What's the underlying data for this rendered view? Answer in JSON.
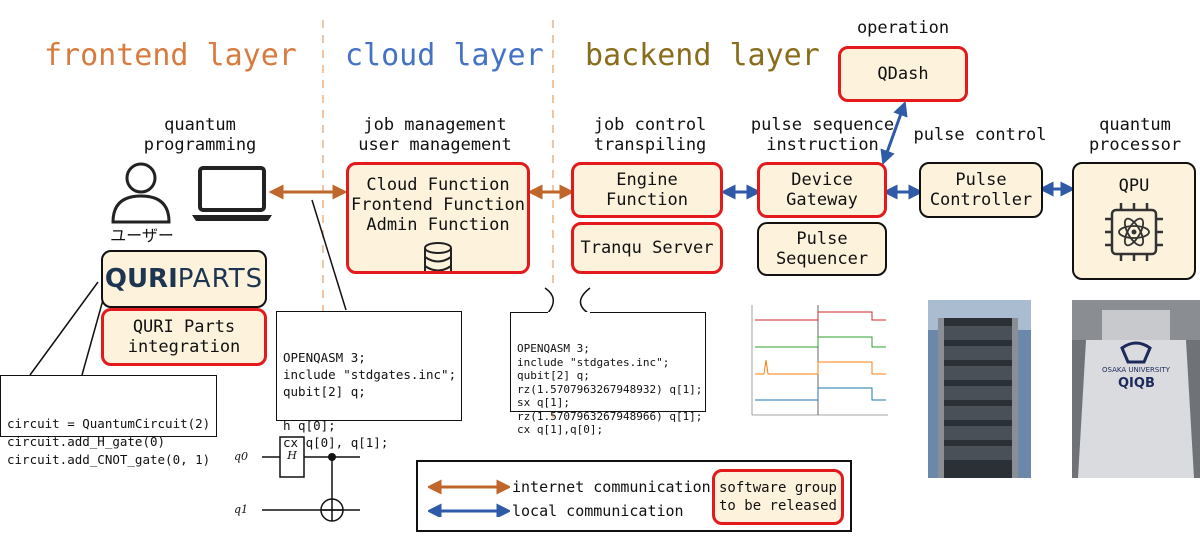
{
  "layers": {
    "frontend": "frontend layer",
    "cloud": "cloud layer",
    "backend": "backend layer"
  },
  "colors": {
    "frontend": "#d87b3e",
    "cloud": "#4472c4",
    "backend": "#8a6d1c",
    "internet_arrow": "#c0662a",
    "local_arrow": "#2e5aa8",
    "red_border": "#e3191c",
    "box_fill": "#fdf2dc"
  },
  "captions": {
    "quantum_programming": "quantum\nprogramming",
    "user": "ユーザー",
    "job_management": "job management\nuser management",
    "job_control": "job control\ntranspiling",
    "pulse_sequence": "pulse sequence\ninstruction",
    "operation": "operation",
    "pulse_control": "pulse control",
    "quantum_processor": "quantum\nprocessor"
  },
  "boxes": {
    "quri_logo_quri": "QURI",
    "quri_logo_parts": "PARTS",
    "quri_integration": "QURI Parts\nintegration",
    "cloud_functions": "Cloud Function\nFrontend Function\nAdmin Function",
    "engine_function": "Engine\nFunction",
    "tranqu_server": "Tranqu Server",
    "device_gateway": "Device\nGateway",
    "pulse_sequencer": "Pulse\nSequencer",
    "qdash": "QDash",
    "pulse_controller": "Pulse\nController",
    "qpu": "QPU"
  },
  "code": {
    "python": [
      "circuit = QuantumCircuit(2)",
      "circuit.add_H_gate(0)",
      "circuit.add_CNOT_gate(0, 1)"
    ],
    "qasm_frontend": [
      "OPENQASM 3;",
      "include \"stdgates.inc\";",
      "qubit[2] q;",
      "",
      "h q[0];",
      "cx q[0], q[1];"
    ],
    "qasm_backend": [
      "OPENQASM 3;",
      "include \"stdgates.inc\";",
      "qubit[2] q;",
      "rz(1.5707963267948932) q[1];",
      "sx q[1];",
      "rz(1.5707963267948966) q[1];",
      "cx q[1],q[0];"
    ]
  },
  "circuit": {
    "q0": "q0",
    "q1": "q1",
    "gate": "H"
  },
  "legend": {
    "internet": "internet communication",
    "local": "local communication",
    "software_group": "software group\nto be released"
  },
  "photo_labels": {
    "university": "OSAKA UNIVERSITY",
    "qiqb": "QIQB"
  },
  "icons": [
    "user-icon",
    "laptop-icon",
    "database-icon",
    "chip-icon"
  ]
}
